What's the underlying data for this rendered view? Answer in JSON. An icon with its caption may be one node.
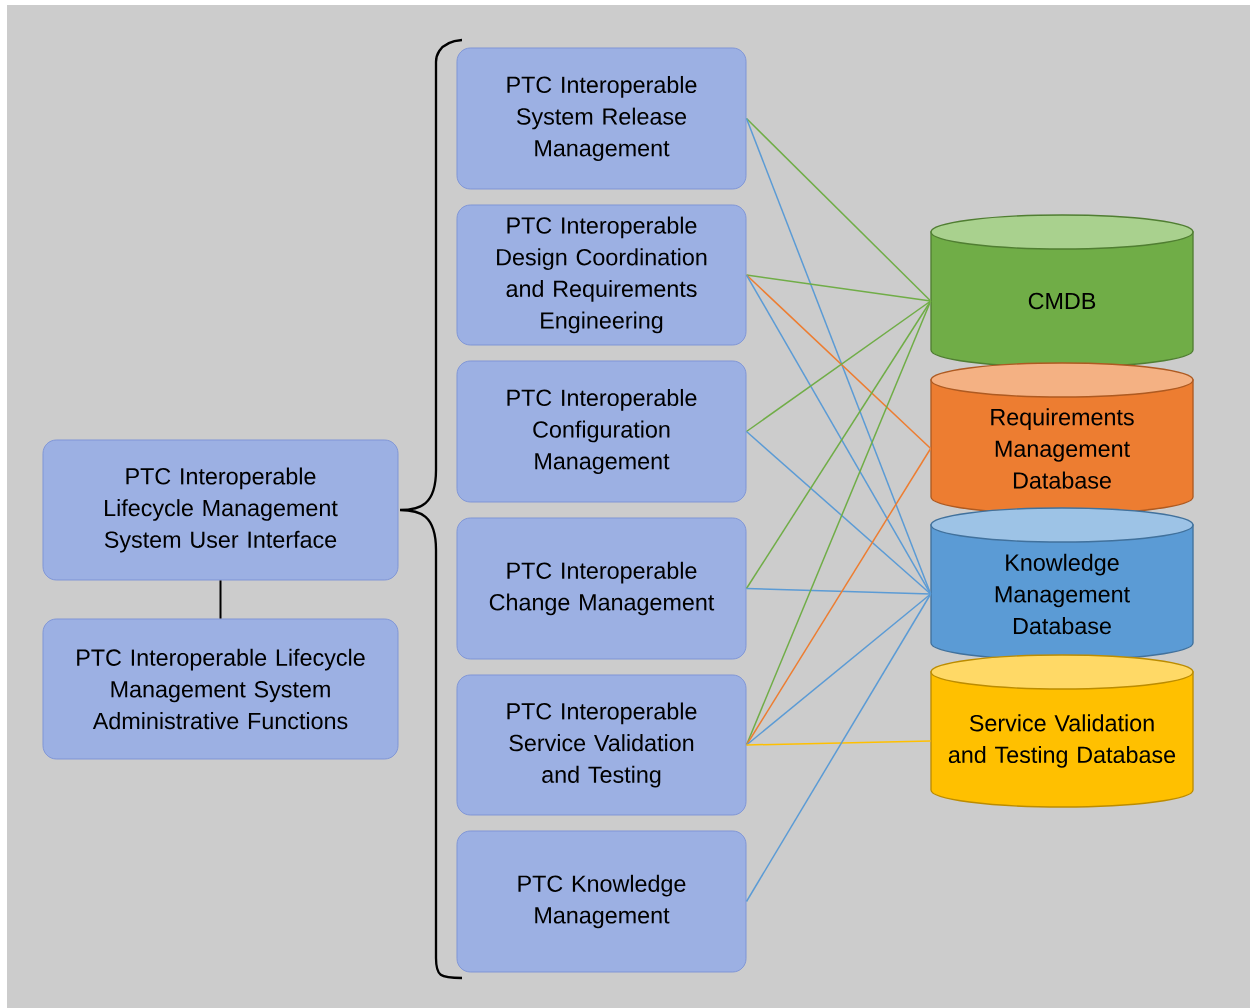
{
  "diagram": {
    "nodes": [
      {
        "text": [
          "PTC Interoperable Lifecycle Management System User Interface"
        ]
      },
      {
        "text": [
          "PTC Interoperable Lifecycle Management System Administrative Functions"
        ]
      },
      {
        "text": [
          "PTC Interoperable System Release Management"
        ]
      },
      {
        "text": [
          "PTC Interoperable Design Coordination and Requirements Engineering"
        ]
      },
      {
        "text": [
          "PTC Interoperable Configuration Management"
        ]
      },
      {
        "text": [
          "PTC Interoperable Change Management"
        ]
      },
      {
        "text": [
          "PTC Interoperable Service Validation and Testing"
        ]
      },
      {
        "text": [
          "PTC Knowledge Management"
        ]
      },
      {
        "text": [
          "CMDB"
        ]
      },
      {
        "text": [
          "Requirements Management Database"
        ]
      },
      {
        "text": [
          "Knowledge Management Database"
        ]
      },
      {
        "text": [
          "Service Validation and Testing Database"
        ]
      }
    ],
    "edges": [
      {
        "from": 0,
        "to": 1,
        "arrow": "none",
        "color": "#000000"
      },
      {
        "from": 2,
        "to": 8,
        "arrow": "none",
        "color": "#70ad47"
      },
      {
        "from": 2,
        "to": 10,
        "arrow": "none",
        "color": "#5b9bd5"
      },
      {
        "from": 3,
        "to": 8,
        "arrow": "none",
        "color": "#70ad47"
      },
      {
        "from": 3,
        "to": 9,
        "arrow": "none",
        "color": "#ed7d31"
      },
      {
        "from": 3,
        "to": 10,
        "arrow": "none",
        "color": "#5b9bd5"
      },
      {
        "from": 4,
        "to": 8,
        "arrow": "none",
        "color": "#70ad47"
      },
      {
        "from": 4,
        "to": 10,
        "arrow": "none",
        "color": "#5b9bd5"
      },
      {
        "from": 5,
        "to": 8,
        "arrow": "none",
        "color": "#70ad47"
      },
      {
        "from": 5,
        "to": 10,
        "arrow": "none",
        "color": "#5b9bd5"
      },
      {
        "from": 6,
        "to": 8,
        "arrow": "none",
        "color": "#70ad47"
      },
      {
        "from": 6,
        "to": 9,
        "arrow": "none",
        "color": "#ed7d31"
      },
      {
        "from": 6,
        "to": 10,
        "arrow": "none",
        "color": "#5b9bd5"
      },
      {
        "from": 6,
        "to": 11,
        "arrow": "none",
        "color": "#ffc000"
      },
      {
        "from": 7,
        "to": 10,
        "arrow": "none",
        "color": "#5b9bd5"
      }
    ]
  }
}
